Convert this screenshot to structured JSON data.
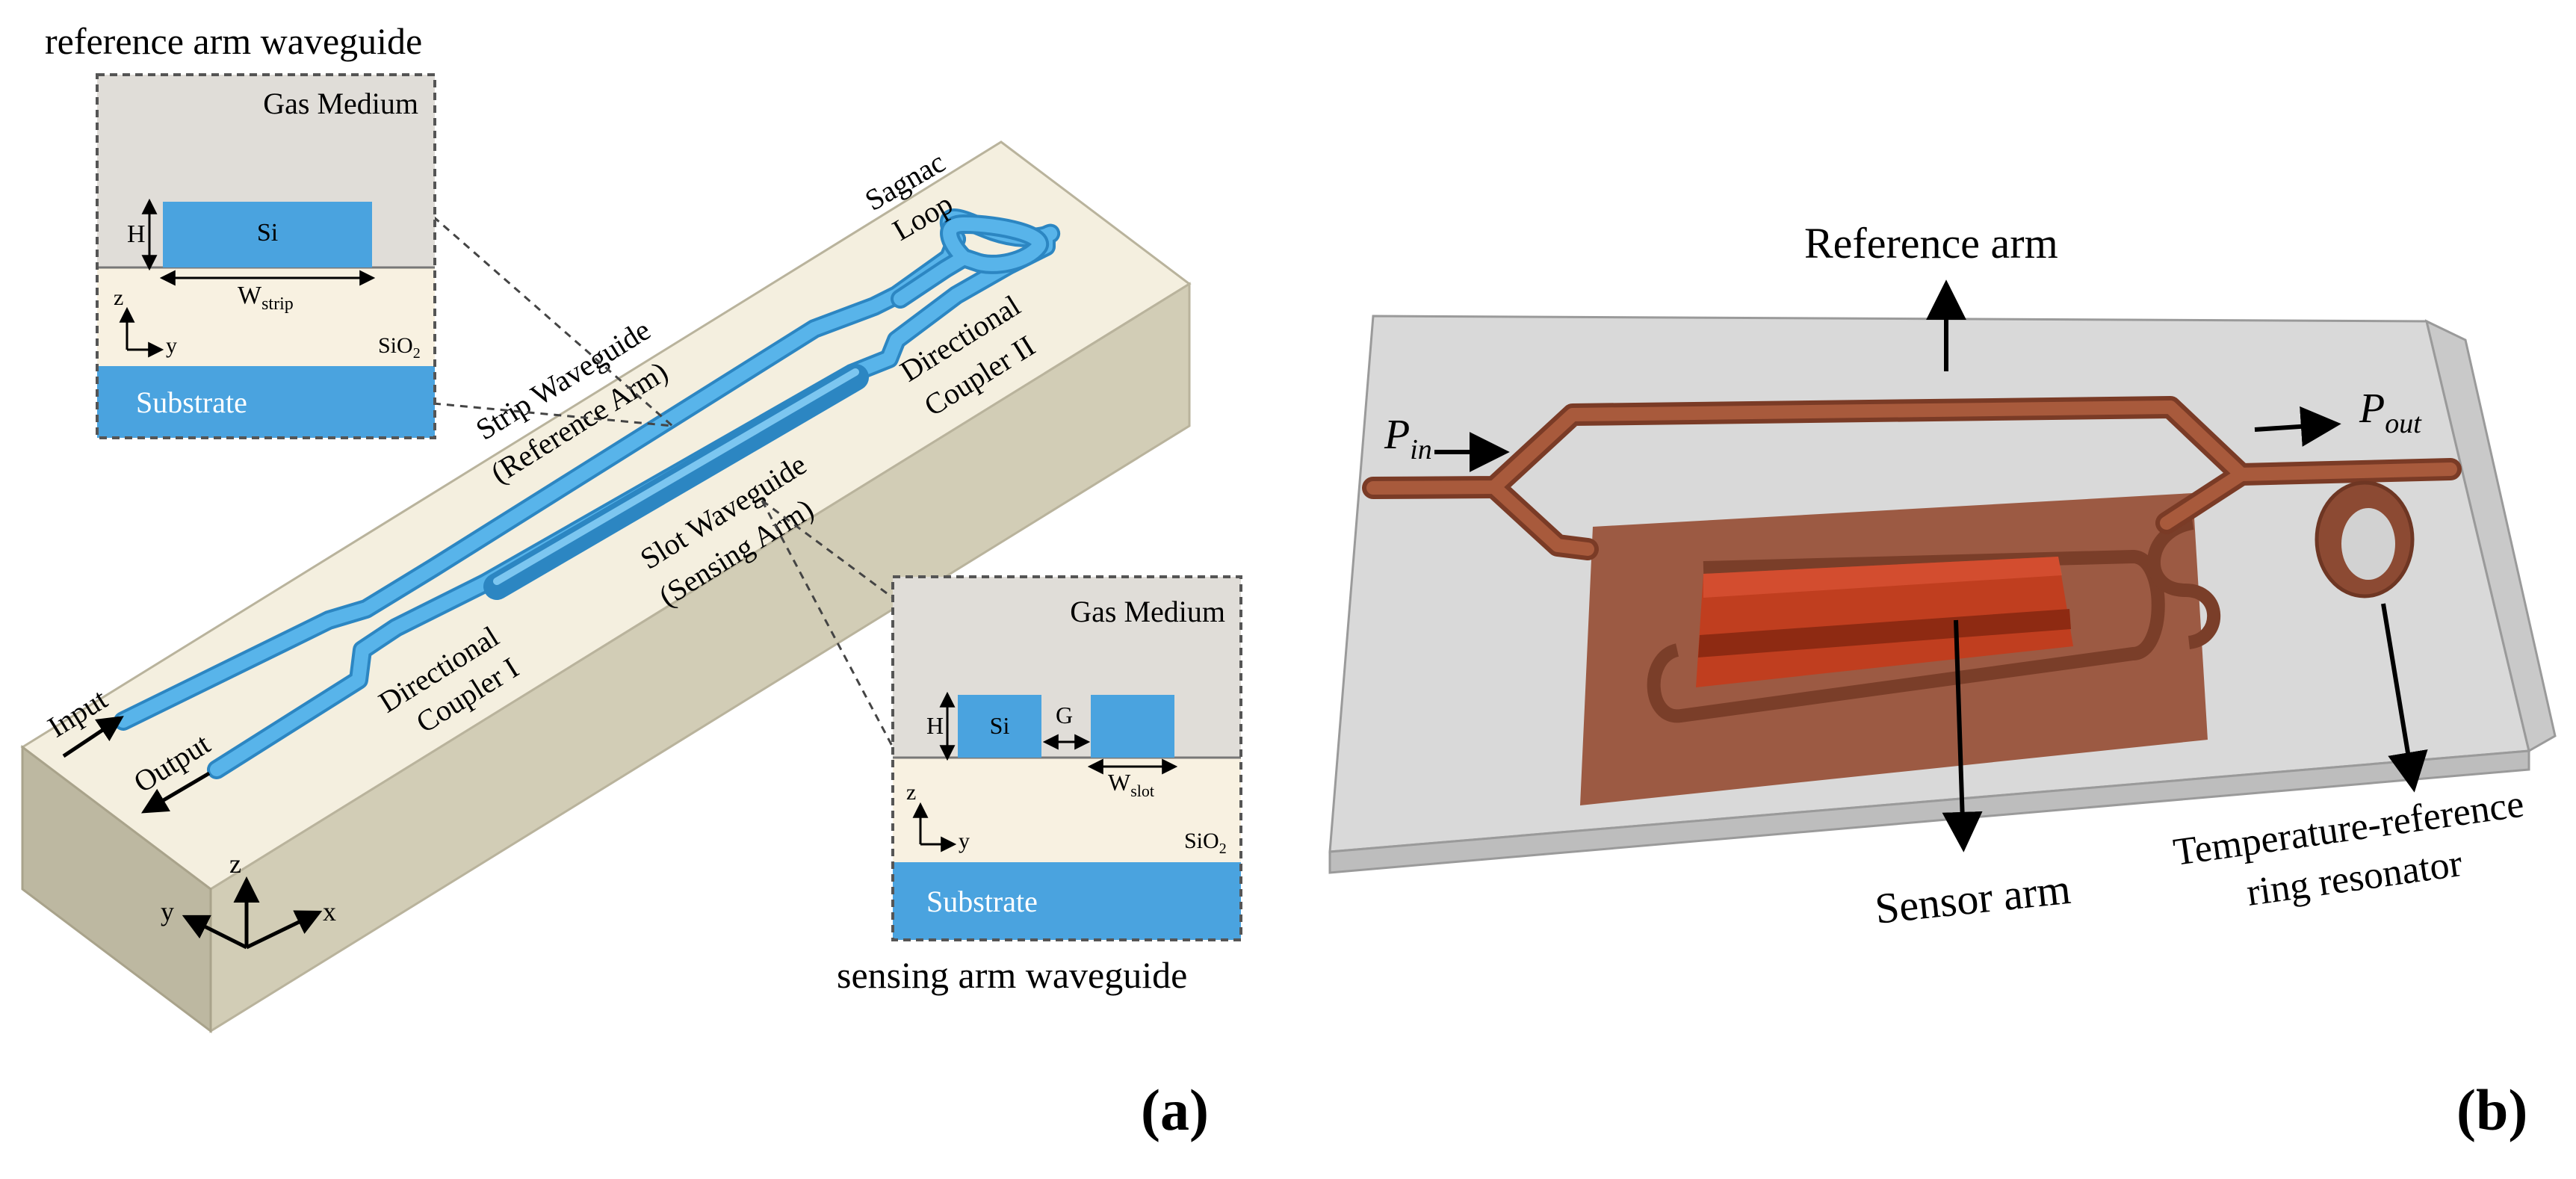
{
  "panel_a": {
    "panel_label": "(a)",
    "inset_top": {
      "title": "reference arm waveguide",
      "medium": "Gas Medium",
      "core": "Si",
      "height_symbol": "H",
      "width_main": "W",
      "width_sub": "strip",
      "axis_z": "z",
      "axis_y": "y",
      "cladding_main": "SiO",
      "cladding_sub": "2",
      "substrate": "Substrate"
    },
    "inset_bottom": {
      "title": "sensing arm waveguide",
      "medium": "Gas Medium",
      "core": "Si",
      "height_symbol": "H",
      "gap_symbol": "G",
      "width_main": "W",
      "width_sub": "slot",
      "axis_z": "z",
      "axis_y": "y",
      "cladding_main": "SiO",
      "cladding_sub": "2",
      "substrate": "Substrate"
    },
    "labels": {
      "sagnac_1": "Sagnac",
      "sagnac_2": "Loop",
      "strip_1": "Strip Waveguide",
      "strip_2": "(Reference Arm)",
      "dc2_1": "Directional",
      "dc2_2": "Coupler II",
      "slot_1": "Slot Waveguide",
      "slot_2": "(Sensing Arm)",
      "dc1_1": "Directional",
      "dc1_2": "Coupler I",
      "input": "Input",
      "output": "Output"
    },
    "axes": {
      "z": "z",
      "y": "y",
      "x": "x"
    },
    "colors": {
      "waveguide": "#4fa8dc",
      "substrate": "#4aa3df",
      "chip_top": "#f4efdf",
      "chip_side": "#c8c3ad"
    }
  },
  "panel_b": {
    "panel_label": "(b)",
    "labels": {
      "reference_arm": "Reference arm",
      "p_in_main": "P",
      "p_in_sub": "in",
      "p_out_main": "P",
      "p_out_sub": "out",
      "sensor_arm": "Sensor arm",
      "ring_1": "Temperature-reference",
      "ring_2": "ring resonator"
    },
    "colors": {
      "waveguide": "#9a5136",
      "sensor_region": "#b8452a",
      "chip": "#d5d5d5"
    }
  }
}
